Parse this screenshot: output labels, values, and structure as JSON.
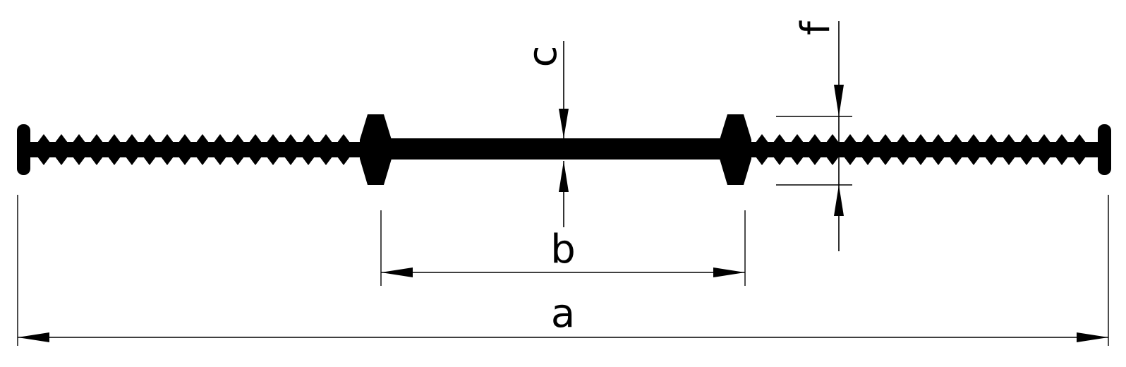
{
  "diagram": {
    "labels": {
      "a": "a",
      "b": "b",
      "c": "c",
      "f": "f"
    }
  }
}
